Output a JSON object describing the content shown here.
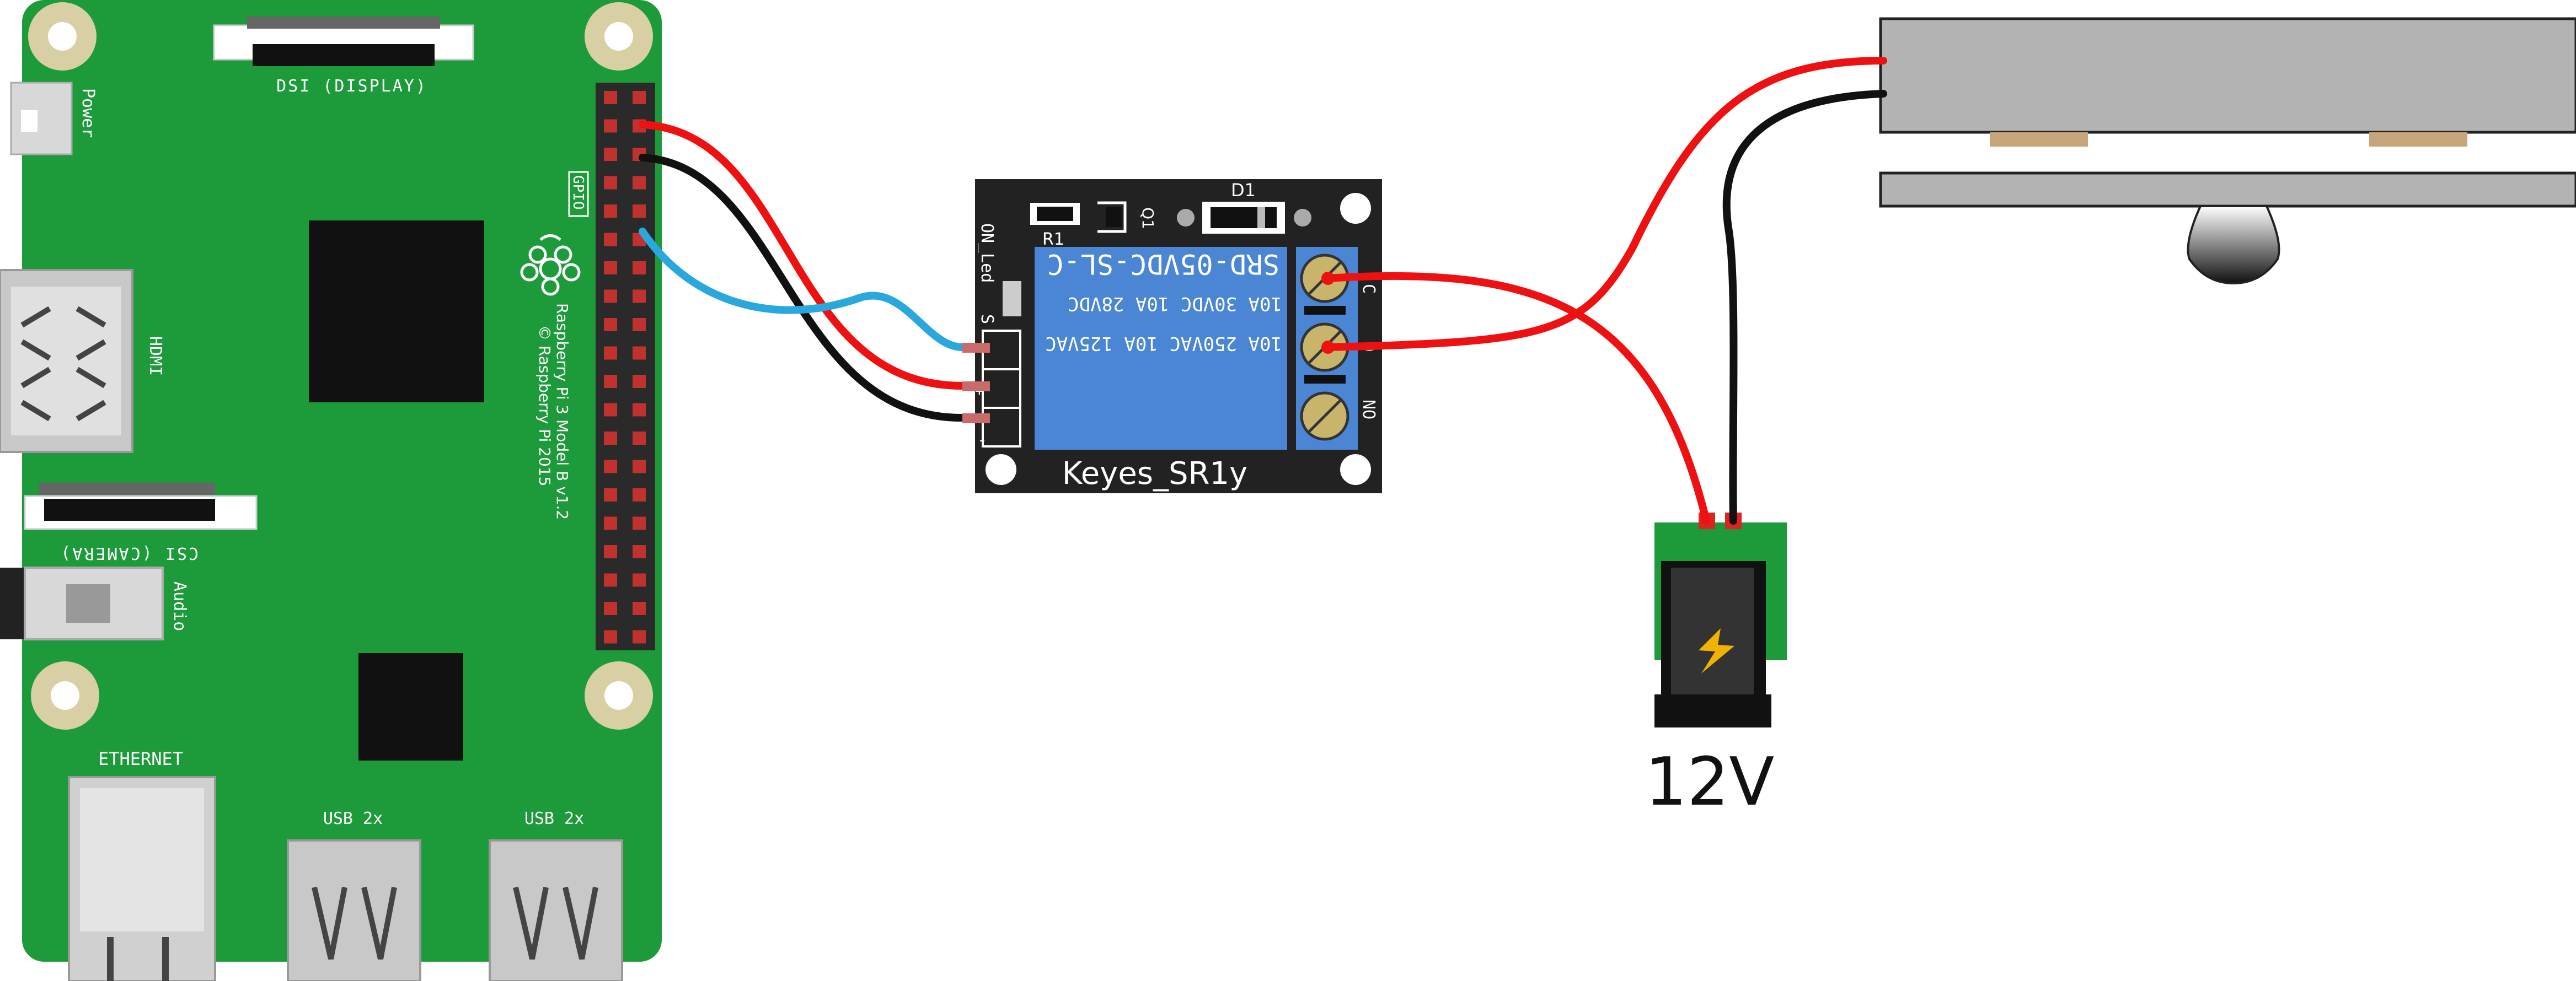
{
  "raspberry_pi": {
    "board_text_1": "Raspberry Pi 3 Model B v1.2",
    "board_text_2": "© Raspberry Pi 2015",
    "gpio_label": "GPIO",
    "power_label": "Power",
    "dsi_label": "DSI (DISPLAY)",
    "hdmi_label": "HDMI",
    "csi_label": "CSI (CAMERA)",
    "audio_label": "Audio",
    "ethernet_label": "ETHERNET",
    "usb1_label": "USB 2x",
    "usb2_label": "USB 2x",
    "board_color": "#1d9a3a"
  },
  "relay_module": {
    "name": "Keyes_SR1y",
    "relay_model": "SRD-05VDC-SL-C",
    "rating_line_1": "10A  30VDC  10A  28VDC",
    "rating_line_2": "10A 250VAC  10A 125VAC",
    "d1_label": "D1",
    "r1_label": "R1",
    "q1_label": "Q1",
    "on_led_label": "ON_Led",
    "pin_s_label": "S",
    "pin_plus_label": "+",
    "pin_minus_label": "-",
    "term_c_label": "C",
    "term_o_label": "O",
    "term_no_label": "NO",
    "relay_color": "#4a86d4"
  },
  "power_jack": {
    "label": "12V"
  },
  "wire_colors": {
    "red": "#ee1111",
    "black": "#111111",
    "blue": "#2aa7dd"
  }
}
